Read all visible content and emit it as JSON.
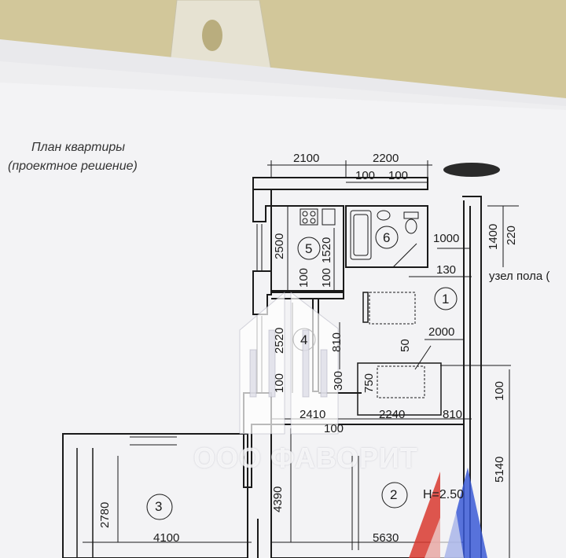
{
  "plan": {
    "title_line1": "План квартиры",
    "title_line2": "(проектное решение)",
    "dims": {
      "d2100": "2100",
      "d2200": "2200",
      "d100a": "100",
      "d100b": "100",
      "d2500": "2500",
      "d1520": "1520",
      "d100c": "100",
      "d100d": "100",
      "d1000": "1000",
      "d1400": "1400",
      "d220": "220",
      "d130": "130",
      "d2000": "2000",
      "d2520": "2520",
      "d810a": "810",
      "d50": "50",
      "d300": "300",
      "d750": "750",
      "d100e": "100",
      "d100f": "100",
      "d2410": "2410",
      "d2240": "2240",
      "d810b": "810",
      "d100g": "100",
      "d2780": "2780",
      "d4390": "4390",
      "d4100": "4100",
      "d5630": "5630",
      "d5140": "5140"
    },
    "rooms": {
      "r1": "1",
      "r2": "2",
      "r3": "3",
      "r4": "4",
      "r5": "5",
      "r6": "6"
    },
    "height_label": "H=2.50",
    "floor_note": "узел пола ("
  },
  "watermark": {
    "company": "ООО ФАВОРИТ"
  },
  "colors": {
    "paper": "#f3f3f5",
    "wall": "#1a1a1a",
    "background": "#d2c79a",
    "flag_blue": "#3b5bd6",
    "flag_red": "#d8382f"
  }
}
